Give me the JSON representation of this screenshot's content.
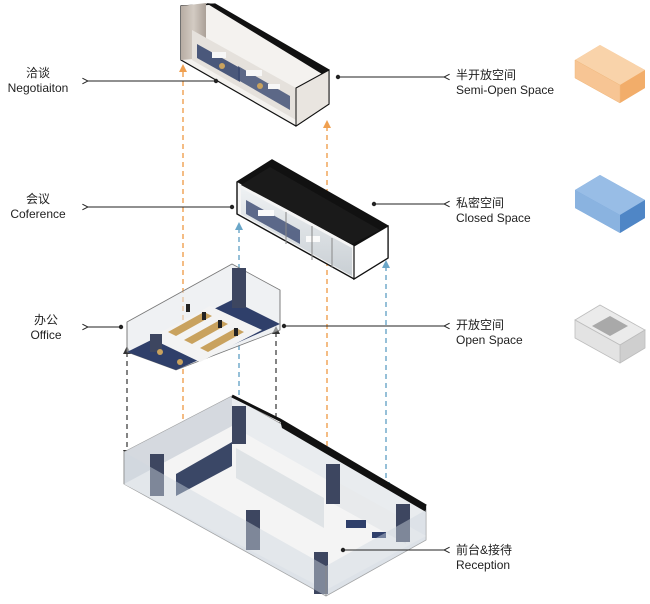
{
  "labels": {
    "negotiation": {
      "zh": "洽谈",
      "en": "Negotiaiton"
    },
    "semi_open": {
      "zh": "半开放空间",
      "en": "Semi-Open Space"
    },
    "conference": {
      "zh": "会议",
      "en": "Coference"
    },
    "closed": {
      "zh": "私密空间",
      "en": "Closed Space"
    },
    "office": {
      "zh": "办公",
      "en": "Office"
    },
    "open_space": {
      "zh": "开放空间",
      "en": "Open Space"
    },
    "reception": {
      "zh": "前台&接待",
      "en": "Reception"
    }
  },
  "colors": {
    "orange_guide": "#f0a050",
    "blue_guide": "#6aa6c8",
    "dark_guide": "#333333",
    "semi_open_box": "#f6be86",
    "closed_box": "#6e9fd8",
    "open_box": "#d6d6d6",
    "floor_accent": "#2f3f6a"
  }
}
